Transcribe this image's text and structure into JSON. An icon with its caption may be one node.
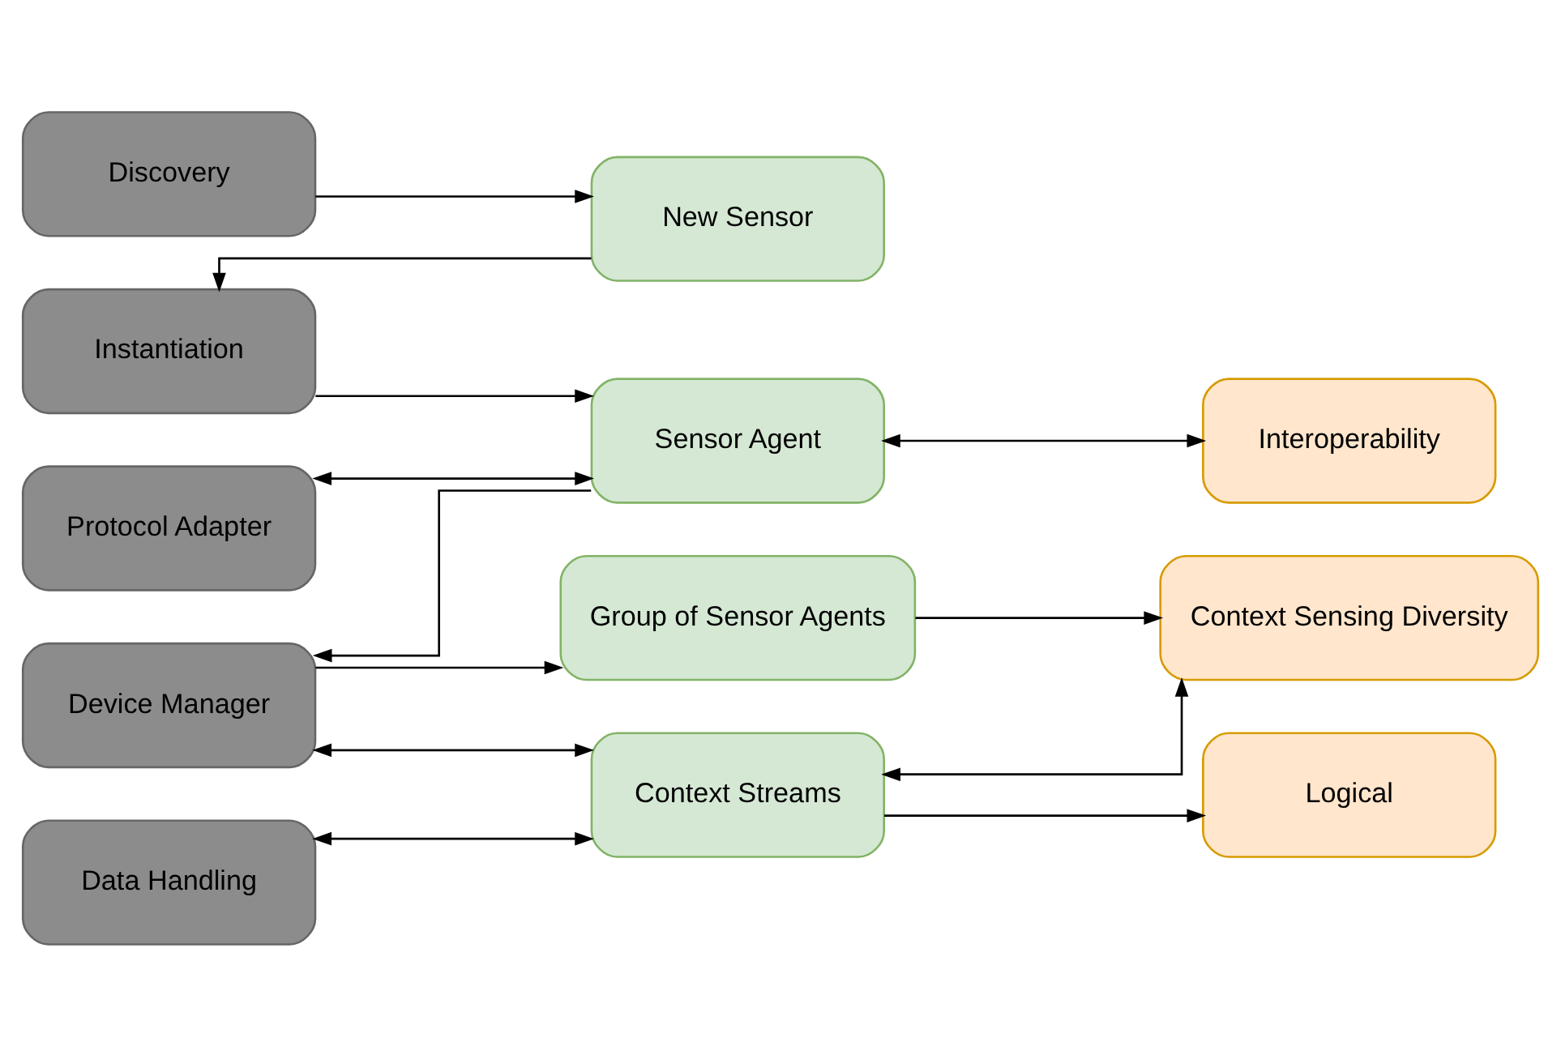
{
  "diagram": {
    "nodes": [
      {
        "text": [
          "Discovery"
        ]
      },
      {
        "text": [
          "New Sensor"
        ]
      },
      {
        "text": [
          "Instantiation"
        ]
      },
      {
        "text": [
          "Protocol Adapter"
        ]
      },
      {
        "text": [
          "Sensor Agent"
        ]
      },
      {
        "text": [
          "Interoperability"
        ]
      },
      {
        "text": [
          "Device Manager"
        ]
      },
      {
        "text": [
          "Group of Sensor Agents"
        ]
      },
      {
        "text": [
          "Context Sensing Diversity"
        ]
      },
      {
        "text": [
          "Data Handling"
        ]
      },
      {
        "text": [
          "Context Streams"
        ]
      },
      {
        "text": [
          "Logical"
        ]
      }
    ],
    "edges": [
      {
        "from": 0,
        "to": 1,
        "arrow": "to"
      },
      {
        "from": 1,
        "to": 2,
        "arrow": "to"
      },
      {
        "from": 2,
        "to": 4,
        "arrow": "to"
      },
      {
        "from": 3,
        "to": 4,
        "arrow": "both"
      },
      {
        "from": 4,
        "to": 5,
        "arrow": "both"
      },
      {
        "from": 4,
        "to": 6,
        "arrow": "to"
      },
      {
        "from": 6,
        "to": 7,
        "arrow": "to"
      },
      {
        "from": 7,
        "to": 8,
        "arrow": "to"
      },
      {
        "from": 6,
        "to": 10,
        "arrow": "both"
      },
      {
        "from": 10,
        "to": 8,
        "arrow": "both"
      },
      {
        "from": 9,
        "to": 10,
        "arrow": "both"
      },
      {
        "from": 10,
        "to": 11,
        "arrow": "to"
      }
    ]
  }
}
